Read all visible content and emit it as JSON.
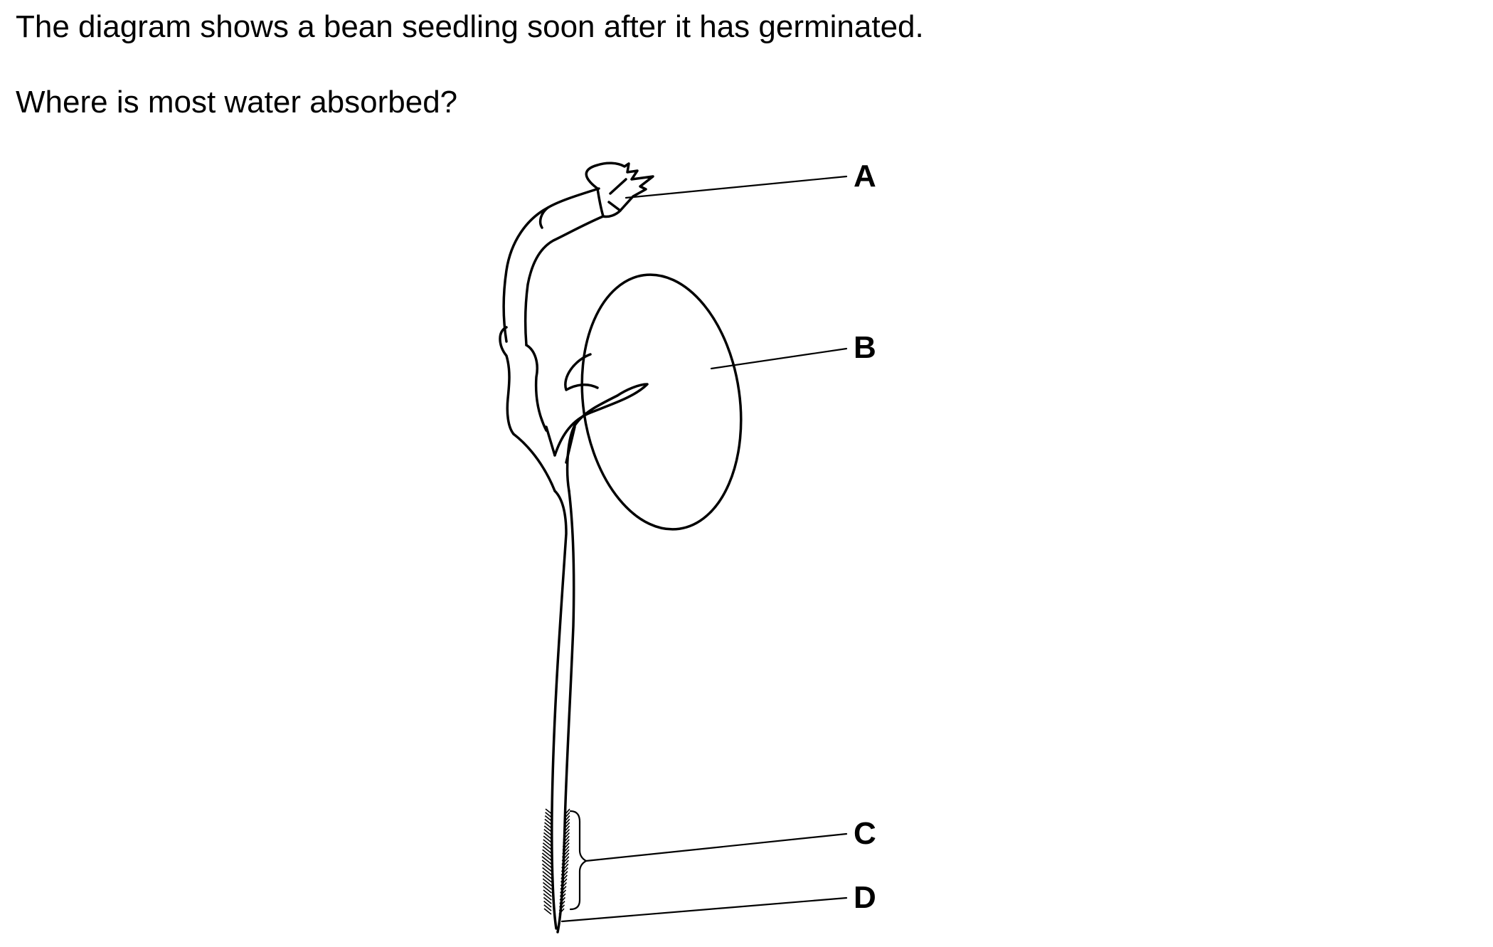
{
  "question": {
    "stem": "The diagram shows a bean seedling soon after it has germinated.",
    "prompt": "Where is most water absorbed?"
  },
  "diagram": {
    "labels": {
      "a": "A",
      "b": "B",
      "c": "C",
      "d": "D"
    }
  }
}
